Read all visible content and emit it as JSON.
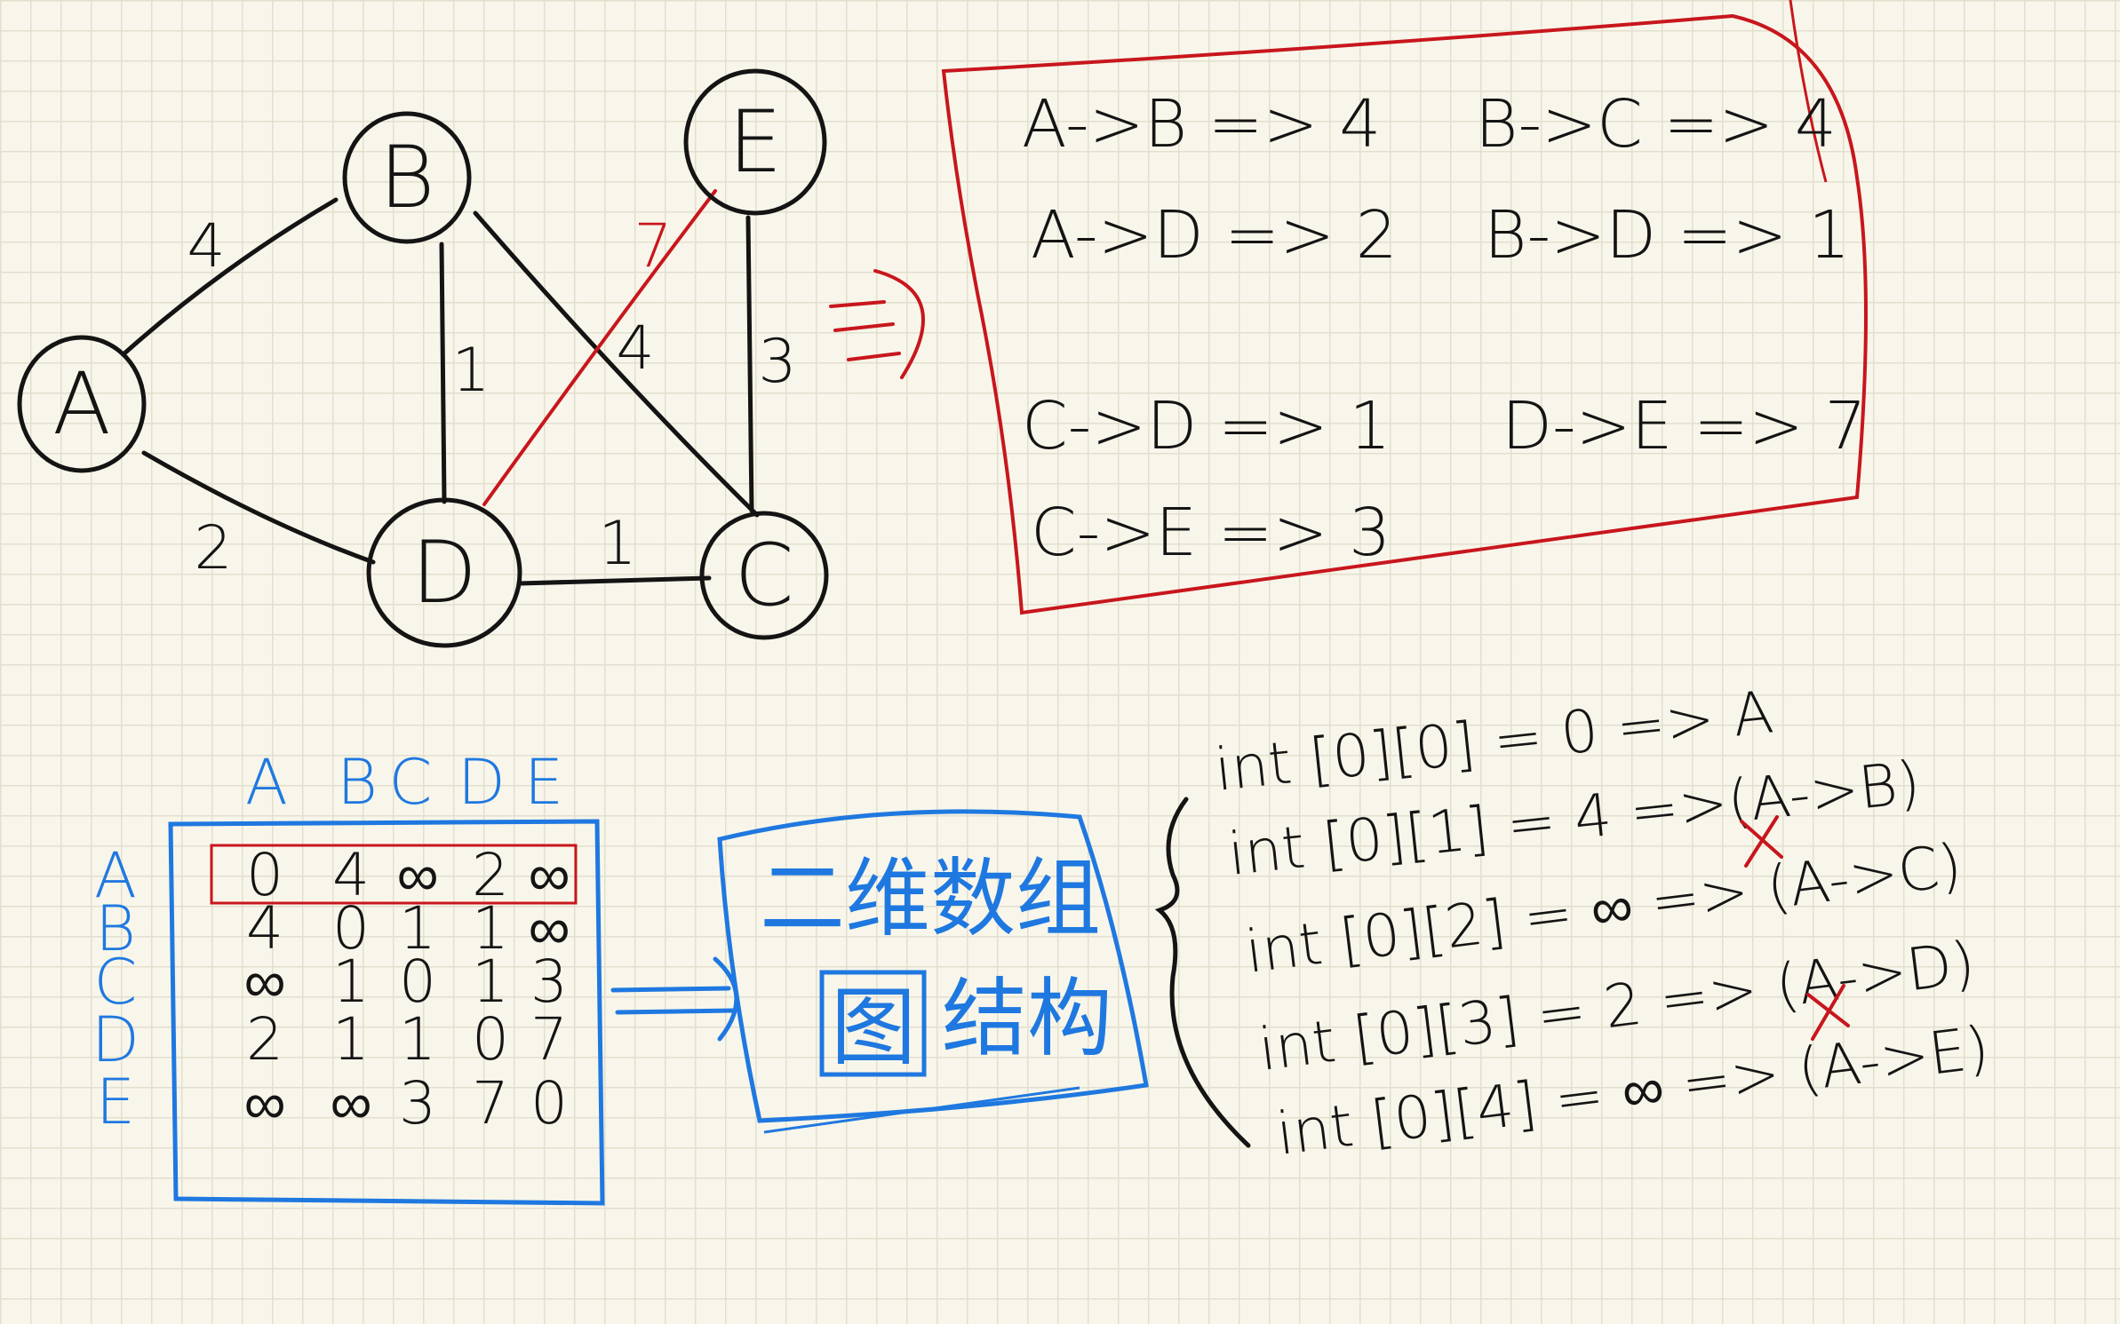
{
  "graph": {
    "nodes": [
      "A",
      "B",
      "E",
      "D",
      "C"
    ],
    "edge_weights": {
      "AB": "4",
      "AD": "2",
      "BD": "1",
      "BC": "4",
      "DE": "7",
      "EC": "3",
      "DC": "1"
    }
  },
  "edge_list": [
    "A->B => 4",
    "B->C => 4",
    "A->D => 2",
    "B->D => 1",
    "C->D => 1",
    "D->E => 7",
    "C->E => 3"
  ],
  "matrix": {
    "col_headers": [
      "A",
      "B",
      "C",
      "D",
      "E"
    ],
    "row_headers": [
      "A",
      "B",
      "C",
      "D",
      "E"
    ],
    "rows": [
      [
        "0",
        "4",
        "∞",
        "2",
        "∞"
      ],
      [
        "4",
        "0",
        "1",
        "1",
        "∞"
      ],
      [
        "∞",
        "1",
        "0",
        "1",
        "3"
      ],
      [
        "2",
        "1",
        "1",
        "0",
        "7"
      ],
      [
        "∞",
        "∞",
        "3",
        "7",
        "0"
      ]
    ]
  },
  "box_label": {
    "line1": "二维数组",
    "line2a": "图",
    "line2b": "结构"
  },
  "expressions": [
    "int [0][0] = 0 => A",
    "int [0][1] = 4 =>(A->B)",
    "int [0][2] = ∞ => (A->C)",
    "int [0][3] = 2 => (A->D)",
    "int [0][4] = ∞ => (A->E)"
  ],
  "colors": {
    "ink": "#141414",
    "red": "#c8161d",
    "blue": "#1f78e0",
    "paper": "#f8f6ea"
  }
}
